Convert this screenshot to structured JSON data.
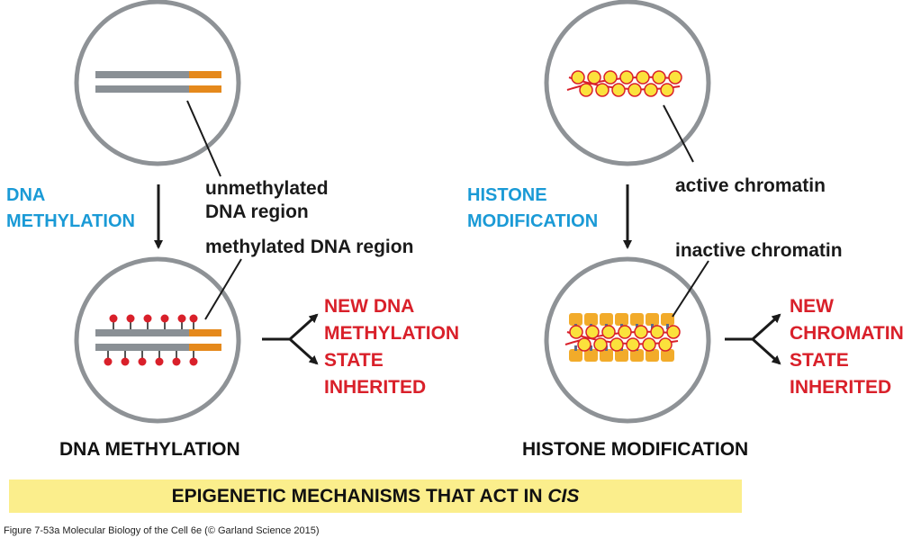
{
  "left_panel": {
    "process_label": [
      "DNA",
      "METHYLATION"
    ],
    "unmethylated_label": [
      "unmethylated",
      "DNA region"
    ],
    "methylated_label": "methylated DNA region",
    "result_label": [
      "NEW DNA",
      "METHYLATION",
      "STATE",
      "INHERITED"
    ],
    "title": "DNA METHYLATION"
  },
  "right_panel": {
    "process_label": [
      "HISTONE",
      "MODIFICATION"
    ],
    "active_label": "active chromatin",
    "inactive_label": "inactive chromatin",
    "result_label": [
      "NEW",
      "CHROMATIN",
      "STATE",
      "INHERITED"
    ],
    "title": "HISTONE MODIFICATION"
  },
  "banner": {
    "text_main": "EPIGENETIC MECHANISMS THAT ACT IN ",
    "text_italic": "CIS"
  },
  "caption": "Figure 7-53a  Molecular Biology of the Cell 6e (© Garland Science 2015)",
  "colors": {
    "label_blue": "#1a9ad6",
    "label_red": "#d9202a",
    "dna_gray": "#8a9095",
    "dna_orange": "#e5891c",
    "methyl_red": "#d9202a",
    "nucleosome_yellow": "#fbe23c",
    "chromatin_orange": "#f2ab2a",
    "banner_yellow": "#fbee8c"
  }
}
